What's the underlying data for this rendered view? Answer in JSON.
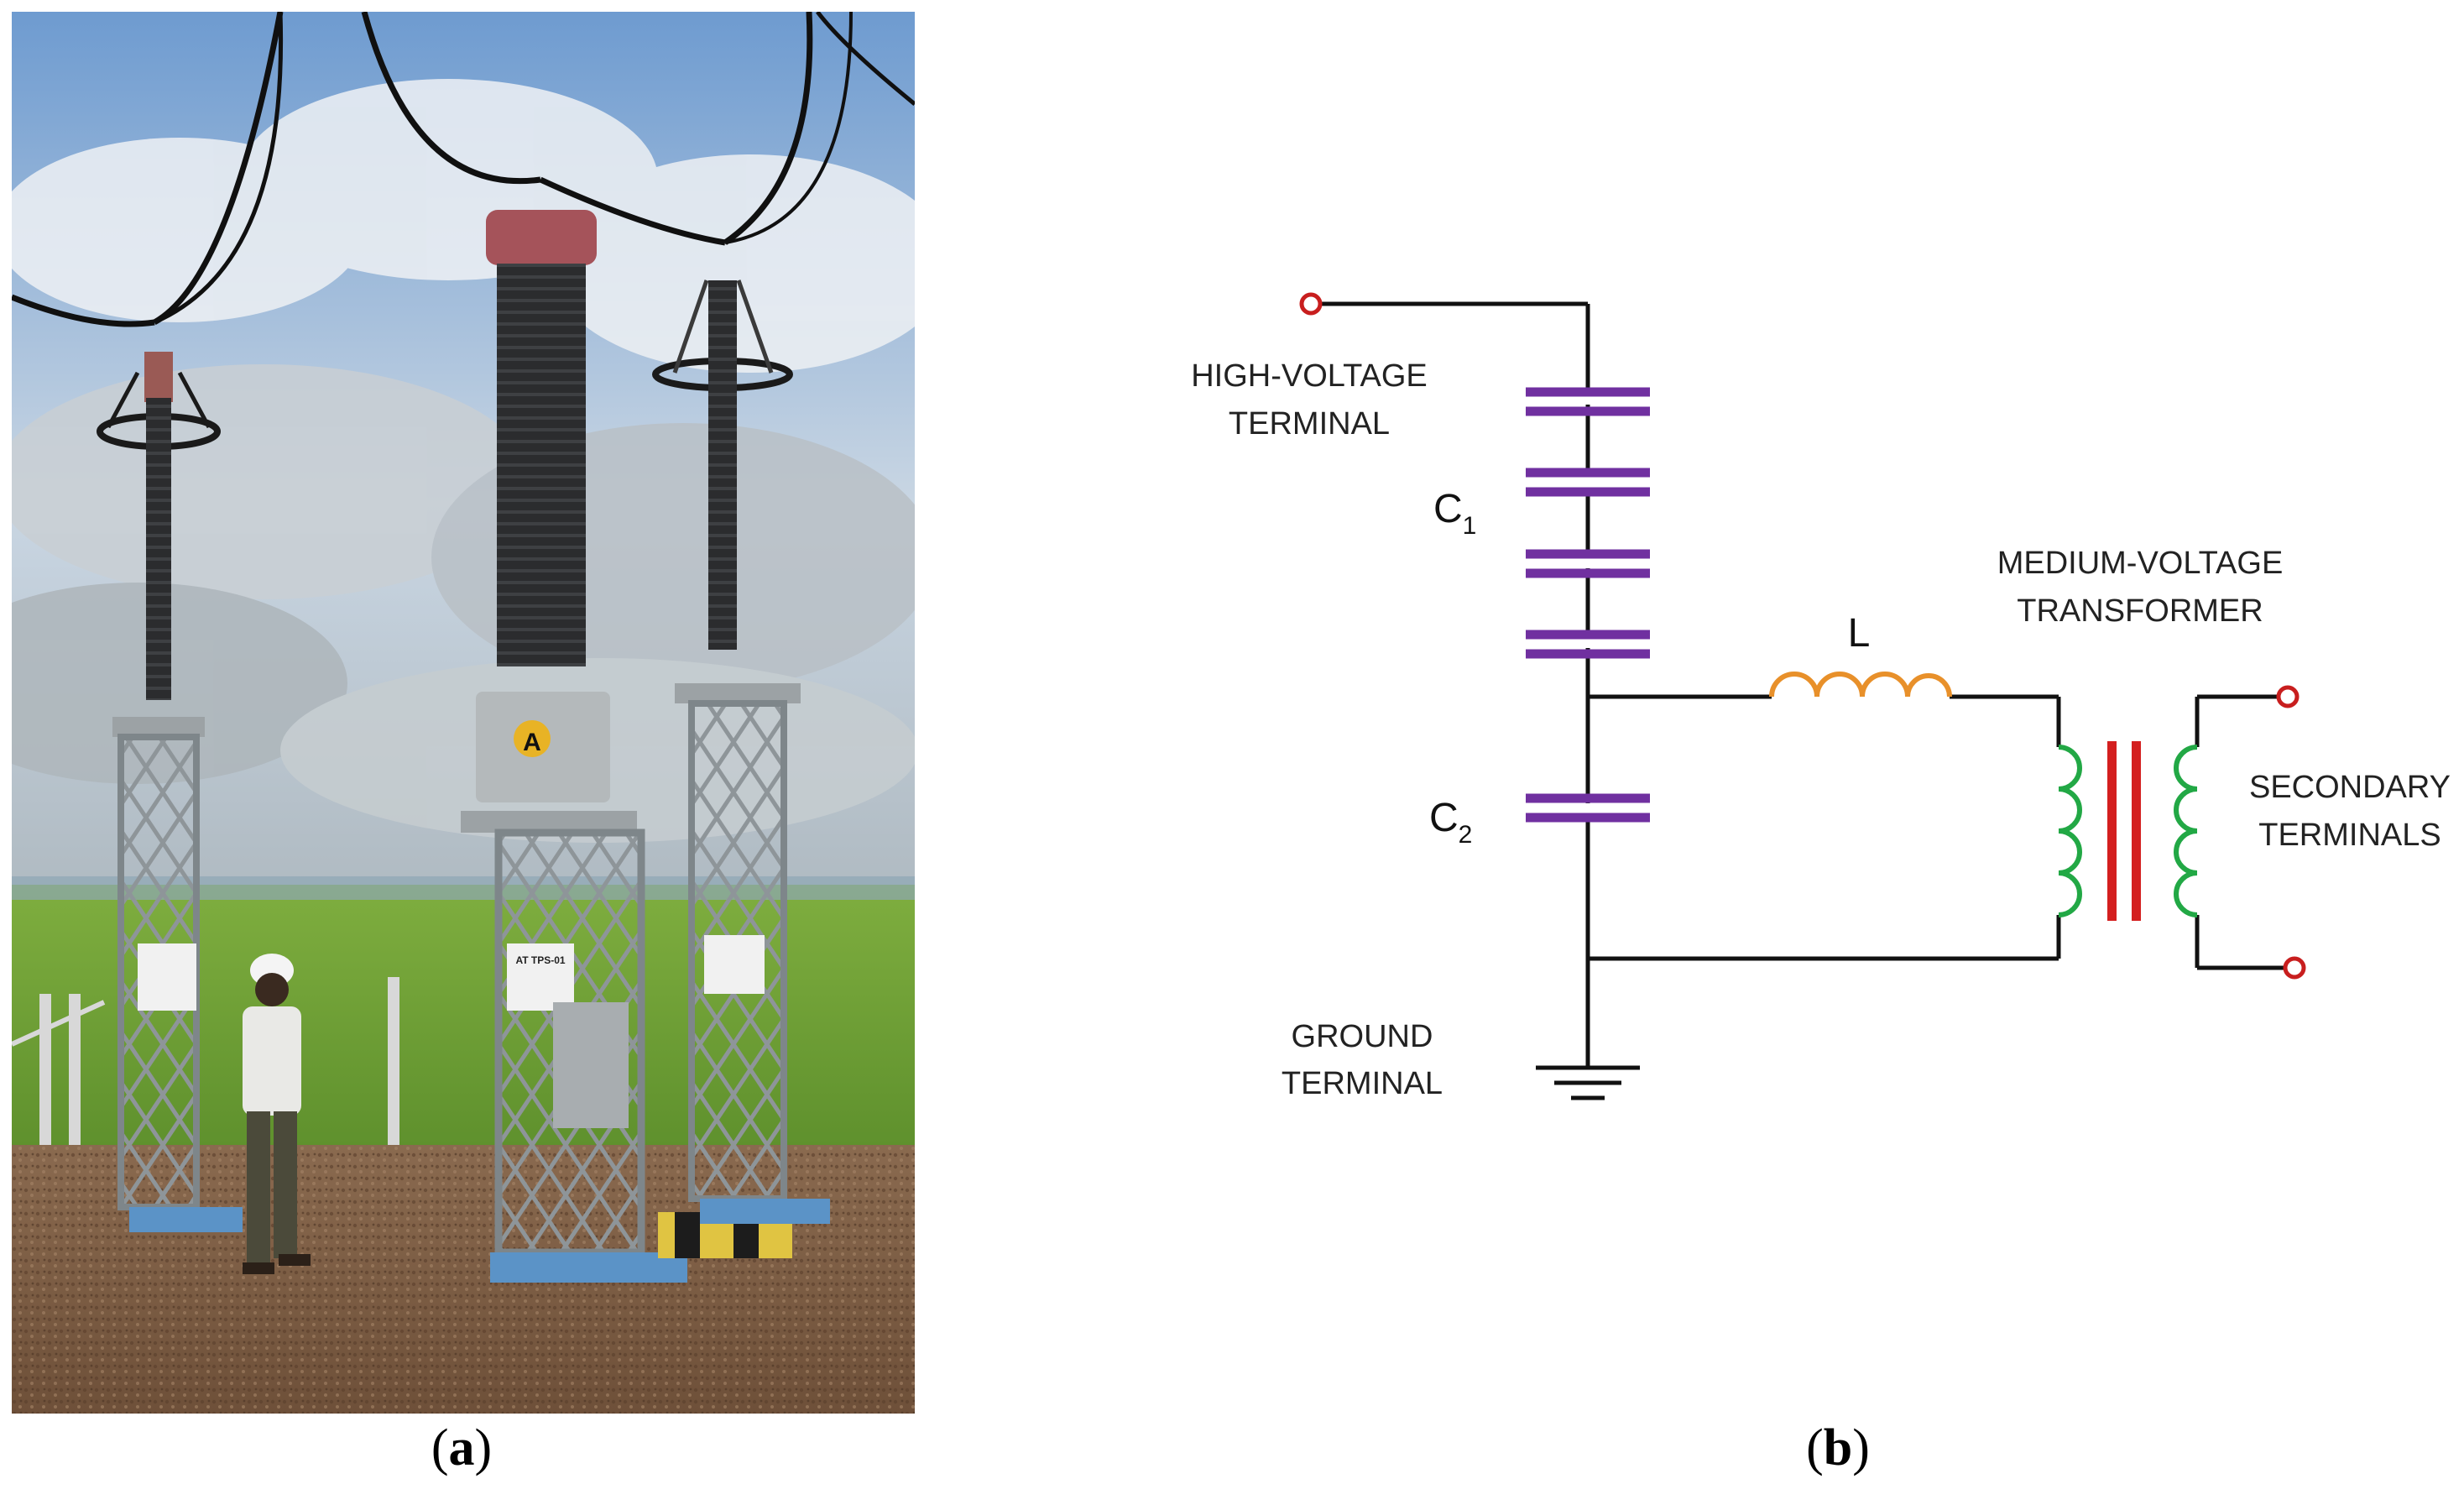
{
  "captions": {
    "a_letter": "a",
    "b_letter": "b"
  },
  "photo": {
    "nameplate_text": "AT TPS-01",
    "badge_letter": "A"
  },
  "diagram": {
    "hv_terminal": [
      "HIGH-VOLTAGE",
      "TERMINAL"
    ],
    "c1_main": "C",
    "c1_sub": "1",
    "c2_main": "C",
    "c2_sub": "2",
    "l_label": "L",
    "mv_transformer": [
      "MEDIUM-VOLTAGE",
      "TRANSFORMER"
    ],
    "secondary_terminals": [
      "SECONDARY",
      "TERMINALS"
    ],
    "ground_terminal": [
      "GROUND",
      "TERMINAL"
    ]
  },
  "colors": {
    "capacitor": "#7030a0",
    "inductor": "#e8902a",
    "transformer_coil": "#22a845",
    "transformer_core": "#d41f1f",
    "terminal": "#c81e1e",
    "wire": "#111111"
  }
}
